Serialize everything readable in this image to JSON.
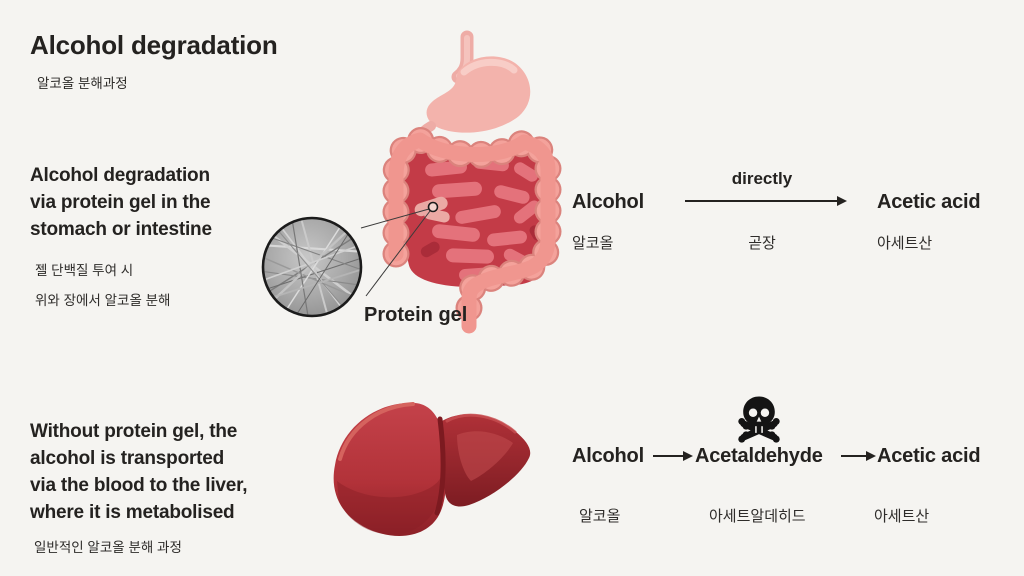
{
  "colors": {
    "background": "#f5f4f1",
    "text": "#242220",
    "arrow": "#242220",
    "intestine_dark_red": "#c33b47",
    "colon_pink": "#f0968f",
    "stomach_pink": "#f3b3ac",
    "liver_red": "#b13137",
    "gel_gray": "#a9a9a9"
  },
  "header": {
    "title": "Alcohol degradation",
    "subtitle_ko": "알코올 분해과정"
  },
  "gel_section": {
    "heading": "Alcohol degradation\nvia protein gel in the\nstomach or intestine",
    "note_ko": "젤 단백질 투여 시\n위와 장에서 알코올 분해",
    "gel_label": "Protein gel",
    "flow": {
      "start_en": "Alcohol",
      "start_ko": "알코올",
      "arrow_label_en": "directly",
      "arrow_label_ko": "곧장",
      "end_en": "Acetic acid",
      "end_ko": "아세트산"
    }
  },
  "liver_section": {
    "heading": "Without protein gel, the\nalcohol is transported\nvia the blood to the liver,\nwhere it is metabolised",
    "note_ko": "일반적인 알코올 분해 과정",
    "toxic_icon": "skull-crossbones",
    "flow": {
      "start_en": "Alcohol",
      "start_ko": "알코올",
      "mid_en": "Acetaldehyde",
      "mid_ko": "아세트알데히드",
      "end_en": "Acetic acid",
      "end_ko": "아세트산"
    }
  }
}
